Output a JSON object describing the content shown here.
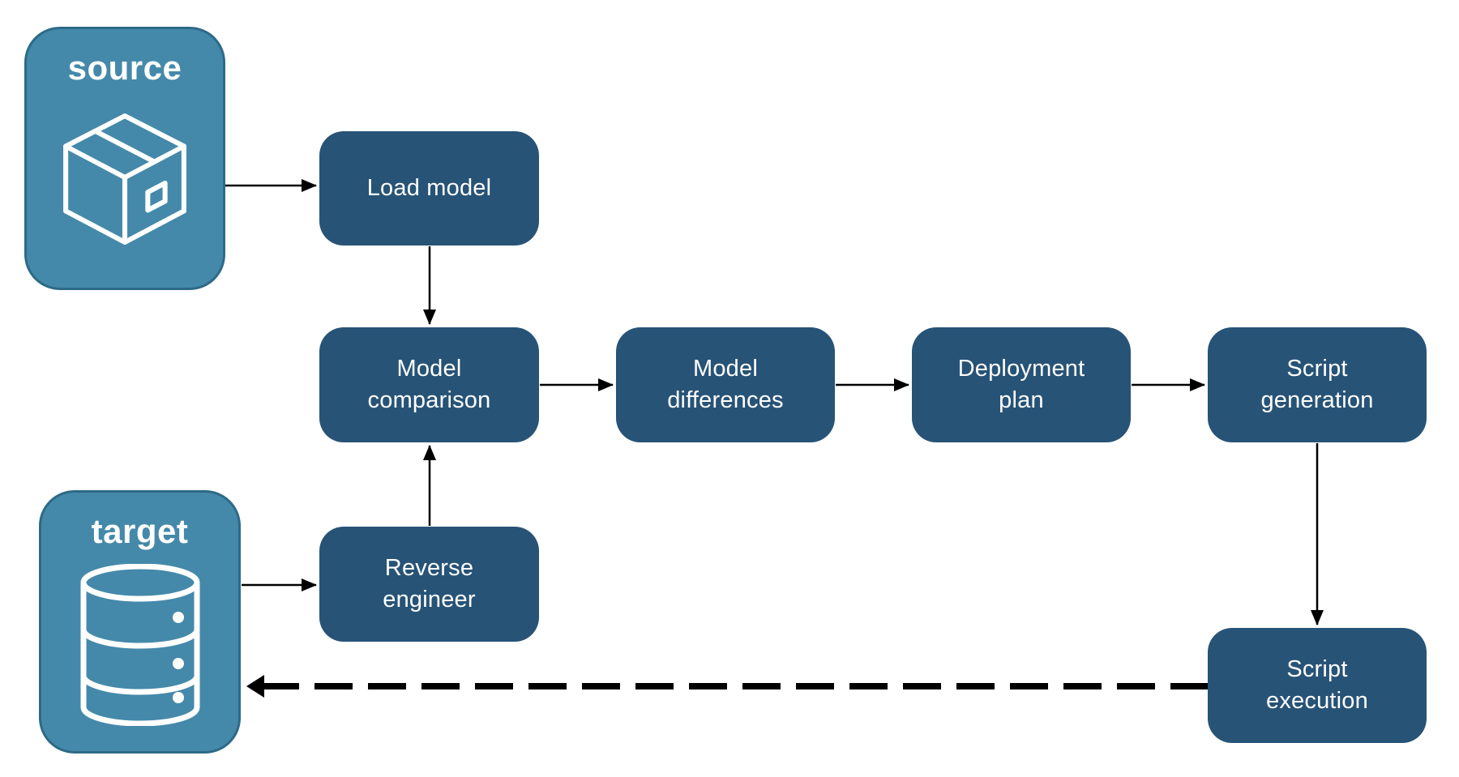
{
  "diagram": {
    "description": "Database deployment pipeline flowchart",
    "background": "#ffffff"
  },
  "palette": {
    "node_fill": "#275377",
    "entity_fill": "#4489AA",
    "entity_border": "#2D6A87",
    "label_text": "#FFFFFF",
    "arrow": "#000000"
  },
  "entities": {
    "source": {
      "label": "source",
      "icon": "package-icon"
    },
    "target": {
      "label": "target",
      "icon": "database-icon"
    }
  },
  "nodes": {
    "load_model": {
      "label": [
        "Load model"
      ]
    },
    "model_comparison": {
      "label": [
        "Model",
        "comparison"
      ]
    },
    "model_differences": {
      "label": [
        "Model",
        "differences"
      ]
    },
    "deployment_plan": {
      "label": [
        "Deployment",
        "plan"
      ]
    },
    "script_generation": {
      "label": [
        "Script",
        "generation"
      ]
    },
    "reverse_engineer": {
      "label": [
        "Reverse",
        "engineer"
      ]
    },
    "script_execution": {
      "label": [
        "Script",
        "execution"
      ]
    }
  },
  "connections": [
    {
      "from": "source",
      "to": "load_model",
      "style": "solid"
    },
    {
      "from": "load_model",
      "to": "model_comparison",
      "style": "solid"
    },
    {
      "from": "model_comparison",
      "to": "model_differences",
      "style": "solid"
    },
    {
      "from": "model_differences",
      "to": "deployment_plan",
      "style": "solid"
    },
    {
      "from": "deployment_plan",
      "to": "script_generation",
      "style": "solid"
    },
    {
      "from": "script_generation",
      "to": "script_execution",
      "style": "solid"
    },
    {
      "from": "target",
      "to": "reverse_engineer",
      "style": "solid"
    },
    {
      "from": "reverse_engineer",
      "to": "model_comparison",
      "style": "solid"
    },
    {
      "from": "script_execution",
      "to": "target",
      "style": "dashed"
    }
  ]
}
